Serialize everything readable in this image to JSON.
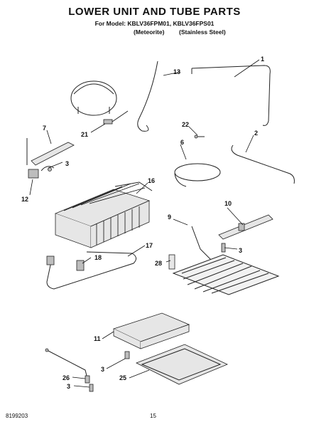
{
  "header": {
    "title": "LOWER UNIT AND TUBE PARTS",
    "models_line": "For Model: KBLV36FPM01, KBLV36FPS01",
    "variant_meteorite": "(Meteorite)",
    "variant_stainless": "(Stainless Steel)"
  },
  "footer": {
    "doc_number": "8199203",
    "page_number": "15"
  },
  "callouts": {
    "c1": "1",
    "c2": "2",
    "c3a": "3",
    "c3b": "3",
    "c3c": "3",
    "c3d": "3",
    "c6": "6",
    "c7": "7",
    "c9": "9",
    "c10": "10",
    "c11": "11",
    "c12": "12",
    "c13": "13",
    "c16": "16",
    "c17": "17",
    "c18": "18",
    "c21": "21",
    "c22": "22",
    "c25": "25",
    "c26": "26",
    "c28": "28"
  }
}
